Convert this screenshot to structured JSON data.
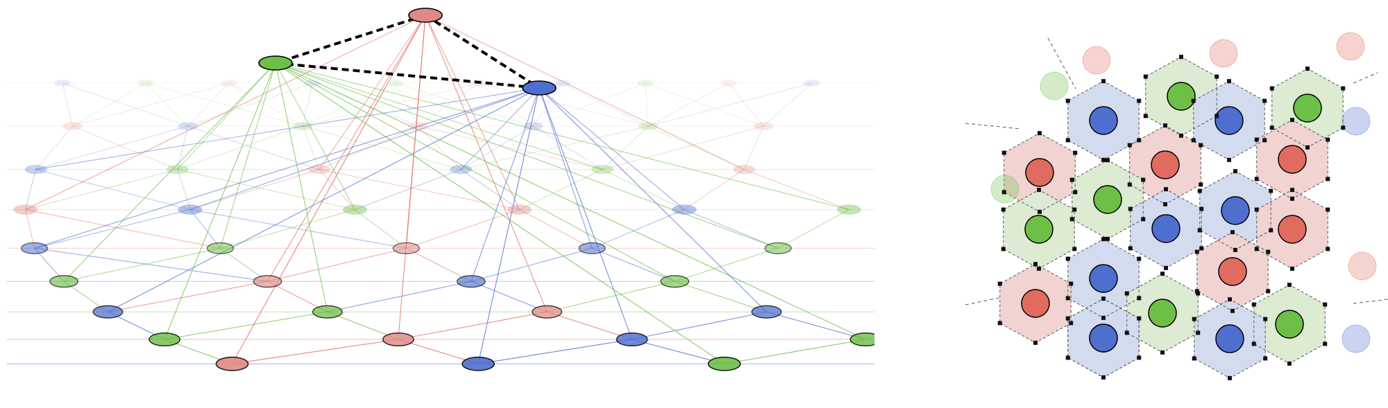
{
  "colors": {
    "red": "#e06c5f",
    "red_fill": "#df8a84",
    "green": "#6ebf47",
    "blue": "#4f6fcf",
    "red_cell": "#f1d3d1",
    "green_cell": "#dcebd2",
    "blue_cell": "#d3dcee",
    "black": "#111111"
  },
  "lattice": {
    "color_cycle": [
      "green",
      "red",
      "blue"
    ],
    "top_nodes": [
      {
        "id": "apex-red",
        "color": "red"
      },
      {
        "id": "apex-green",
        "color": "green"
      },
      {
        "id": "apex-blue",
        "color": "blue"
      }
    ],
    "rows": [
      {
        "depth": 0.0,
        "offset": 0
      },
      {
        "depth": 0.18,
        "offset": 1
      },
      {
        "depth": 0.33,
        "offset": 2
      },
      {
        "depth": 0.46,
        "offset": 0
      },
      {
        "depth": 0.58,
        "offset": 1
      },
      {
        "depth": 0.68,
        "offset": 2
      },
      {
        "depth": 0.77,
        "offset": 0
      },
      {
        "depth": 0.85,
        "offset": 1
      },
      {
        "depth": 0.92,
        "offset": 2
      }
    ]
  },
  "voronoi": {
    "sites": [
      {
        "color": "blue"
      },
      {
        "color": "green"
      },
      {
        "color": "blue"
      },
      {
        "color": "green"
      },
      {
        "color": "red"
      },
      {
        "color": "red"
      },
      {
        "color": "red"
      },
      {
        "color": "green"
      },
      {
        "color": "blue"
      },
      {
        "color": "green"
      },
      {
        "color": "blue"
      },
      {
        "color": "red"
      },
      {
        "color": "blue"
      },
      {
        "color": "red"
      },
      {
        "color": "red"
      },
      {
        "color": "green"
      },
      {
        "color": "green"
      },
      {
        "color": "green"
      },
      {
        "color": "blue"
      },
      {
        "color": "blue"
      }
    ],
    "faded_sites": [
      {
        "color": "red"
      },
      {
        "color": "red"
      },
      {
        "color": "red"
      },
      {
        "color": "green"
      },
      {
        "color": "blue"
      },
      {
        "color": "green"
      },
      {
        "color": "red"
      },
      {
        "color": "blue"
      }
    ]
  }
}
